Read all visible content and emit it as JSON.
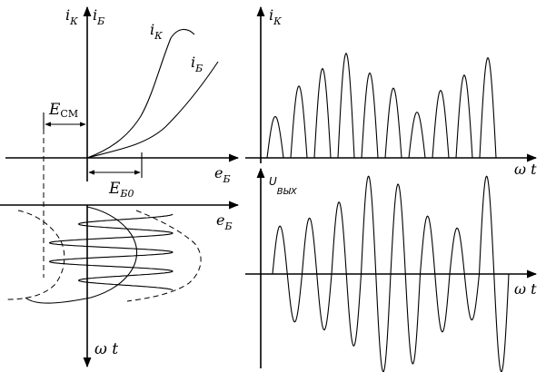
{
  "labels": {
    "ik_axis_left": "i",
    "ik_axis_left_sub": "К",
    "ib_axis_left": "i",
    "ib_axis_left_sub": "Б",
    "curve_ik": "i",
    "curve_ik_sub": "К",
    "curve_ib": "i",
    "curve_ib_sub": "Б",
    "e_sm": "E",
    "e_sm_sub": "СМ",
    "e_b_axis": "e",
    "e_b_axis_sub": "Б",
    "e_b0": "E",
    "e_b0_sub": "Б0",
    "e_b_axis2": "e",
    "e_b_axis2_sub": "Б",
    "wt_left": "ω t",
    "ik_axis_right": "i",
    "ik_axis_right_sub": "К",
    "wt_right_top": "ω t",
    "u_out": "U",
    "u_out_sub": "ВЫХ",
    "wt_right_bottom": "ω t"
  },
  "pulses": [
    0.38,
    0.66,
    0.82,
    0.96,
    0.78,
    0.64,
    0.42,
    0.62,
    0.76,
    0.92
  ],
  "output_peaks": [
    0.48,
    0.56,
    0.72,
    0.98,
    0.9,
    0.58,
    0.46,
    0.98
  ]
}
